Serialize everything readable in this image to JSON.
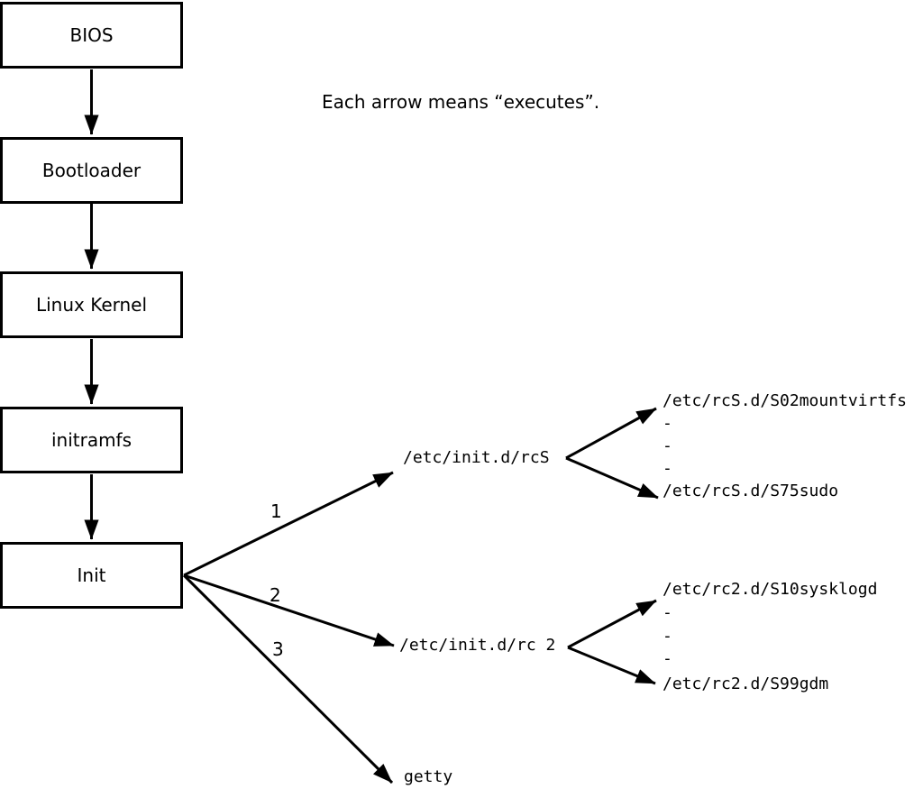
{
  "note": "Each arrow means “executes”.",
  "boxes": [
    {
      "label": "BIOS"
    },
    {
      "label": "Bootloader"
    },
    {
      "label": "Linux Kernel"
    },
    {
      "label": "initramfs"
    },
    {
      "label": "Init"
    }
  ],
  "branch_numbers": [
    "1",
    "2",
    "3"
  ],
  "targets": {
    "rcs": "/etc/init.d/rcS",
    "rc2": "/etc/init.d/rc 2",
    "getty": "getty"
  },
  "rcs_children": {
    "first": "/etc/rcS.d/S02mountvirtfs",
    "dash": "-",
    "last": "/etc/rcS.d/S75sudo"
  },
  "rc2_children": {
    "first": "/etc/rc2.d/S10sysklogd",
    "dash": "-",
    "last": "/etc/rc2.d/S99gdm"
  },
  "colors": {
    "ink": "#000000",
    "paper": "#ffffff"
  }
}
